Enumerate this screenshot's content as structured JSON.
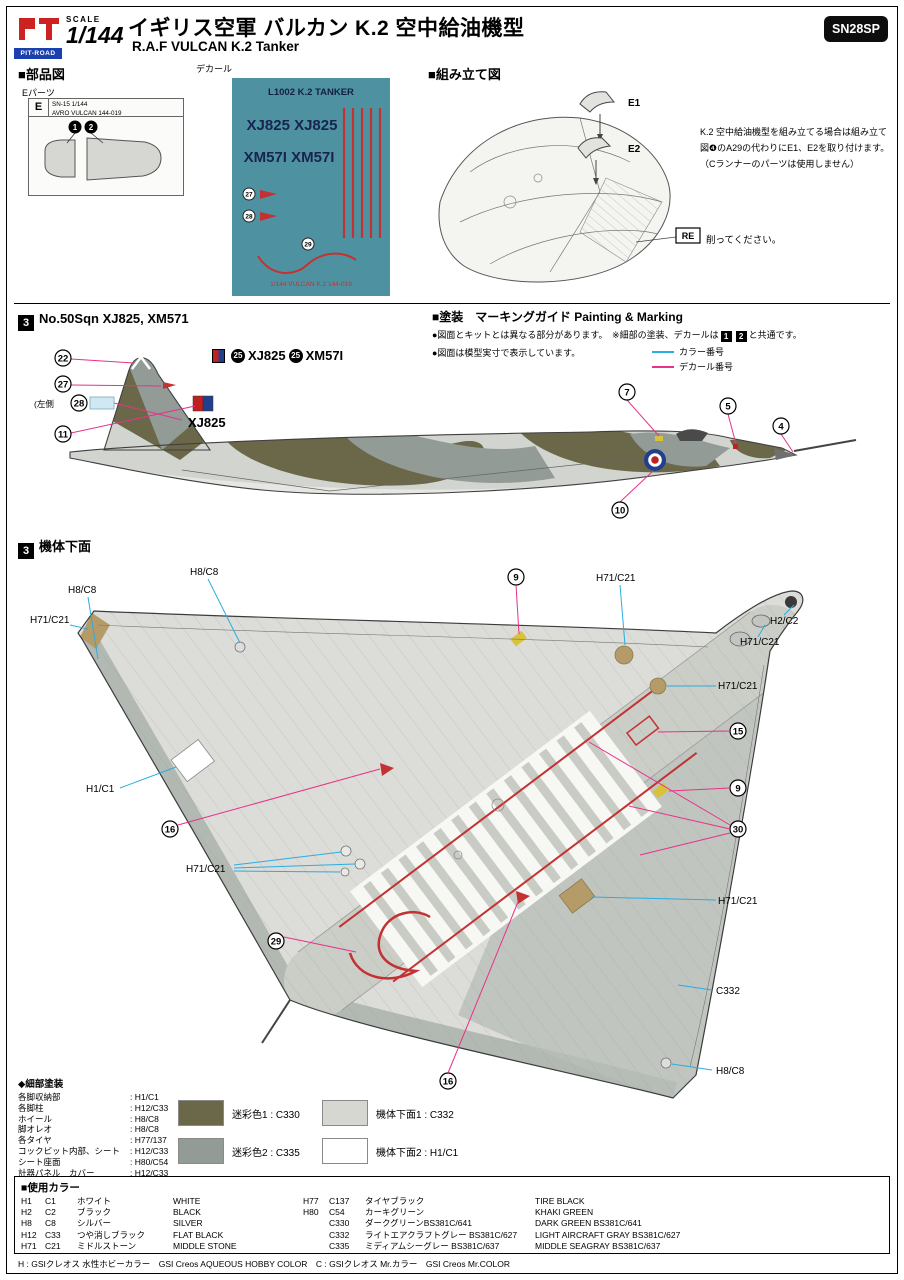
{
  "header": {
    "brand": "PIT-ROAD",
    "scale_label": "SCALE",
    "scale_value": "1/144",
    "title_jp": "イギリス空軍 バルカン K.2 空中給油機型",
    "title_en": "R.A.F VULCAN K.2 Tanker",
    "product_code": "SN28SP"
  },
  "parts": {
    "heading": "■部品図",
    "e_parts_label": "Eパーツ",
    "sprue_letter": "E",
    "sprue_code": "SN-15  1/144",
    "sprue_name": "AVRO VULCAN 144-019",
    "callout_1": "1",
    "callout_2": "2"
  },
  "decal": {
    "label": "デカール",
    "sheet_title": "L1002 K.2 TANKER",
    "serial_a": "XJ825  XJ825",
    "serial_b": "XM57I  XM57I",
    "callout_27": "27",
    "callout_28": "28",
    "callout_29": "29",
    "sheet_footer": "1/144  VULCAN  K.2 144-019"
  },
  "assembly": {
    "heading": "■組み立て図",
    "part_e1": "E1",
    "part_e2": "E2",
    "note": "K.2 空中給油機型を組み立てる場合は組み立て図❹のA29の代わりにE1、E2を取り付けます。（Cランナーのパーツは使用しません）",
    "re_label": "RE",
    "re_note": "削ってください。"
  },
  "marking": {
    "section_no": "3",
    "title": "No.50Sqn XJ825, XM571",
    "painting_heading": "■塗装　マーキングガイド Painting & Marking",
    "note1_pre": "●図面とキットとは異なる部分があります。　※細部の塗装、デカールは",
    "note1_badge1": "1",
    "note1_badge2": "2",
    "note1_post": "と共通です。",
    "note2": "●図面は模型実寸で表示しています。",
    "legend_color": "カラー番号",
    "legend_decal": "デカール番号",
    "decal25a_num": "25",
    "decal25a_text": "XJ825",
    "decal25b_num": "25",
    "decal25b_text": "XM57I",
    "left_side_label": "(左側",
    "fin_serial": "XJ825",
    "callouts": {
      "c22": "22",
      "c27": "27",
      "c28": "28",
      "c11": "11",
      "c7": "7",
      "c5": "5",
      "c4": "4",
      "c10": "10"
    }
  },
  "underside": {
    "section_no": "3",
    "title": "機体下面",
    "labels": {
      "l1": "H8/C8",
      "l2": "H8/C8",
      "l3": "H71/C21",
      "l4": "H71/C21",
      "l5": "H2/C2",
      "l6": "H71/C21",
      "l7": "H71/C21",
      "l8": "H1/C1",
      "l9": "H71/C21",
      "l10": "H71/C21",
      "l11": "C332",
      "l12": "H8/C8"
    },
    "callouts": {
      "c9a": "9",
      "c15": "15",
      "c9b": "9",
      "c30": "30",
      "c16a": "16",
      "c29": "29",
      "c16b": "16"
    }
  },
  "detail_paint": {
    "heading": "◆細部塗装",
    "items": [
      {
        "label": "各脚収納部",
        "value": ": H1/C1"
      },
      {
        "label": "各脚柱",
        "value": ": H12/C33"
      },
      {
        "label": "ホイール",
        "value": ": H8/C8"
      },
      {
        "label": "脚オレオ",
        "value": ": H8/C8"
      },
      {
        "label": "各タイヤ",
        "value": ": H77/137"
      },
      {
        "label": "コックピット内部、シート",
        "value": ": H12/C33"
      },
      {
        "label": "シート座面",
        "value": ": H80/C54"
      },
      {
        "label": "計器パネル　カバー",
        "value": ": H12/C33"
      }
    ]
  },
  "camo_legend": {
    "items": [
      {
        "label": "迷彩色1 : C330",
        "color": "#6b6849"
      },
      {
        "label": "機体下面1 : C332",
        "color": "#d7d7d2"
      },
      {
        "label": "迷彩色2 : C335",
        "color": "#939b97"
      },
      {
        "label": "機体下面2 : H1/C1",
        "color": "#ffffff"
      }
    ]
  },
  "color_table": {
    "heading": "■使用カラー",
    "left": [
      {
        "h": "H1",
        "c": "C1",
        "jp": "ホワイト",
        "en": "WHITE"
      },
      {
        "h": "H2",
        "c": "C2",
        "jp": "ブラック",
        "en": "BLACK"
      },
      {
        "h": "H8",
        "c": "C8",
        "jp": "シルバー",
        "en": "SILVER"
      },
      {
        "h": "H12",
        "c": "C33",
        "jp": "つや消しブラック",
        "en": "FLAT BLACK"
      },
      {
        "h": "H71",
        "c": "C21",
        "jp": "ミドルストーン",
        "en": "MIDDLE STONE"
      }
    ],
    "right": [
      {
        "h": "H77",
        "c": "C137",
        "jp": "タイヤブラック",
        "en": "TIRE BLACK"
      },
      {
        "h": "H80",
        "c": "C54",
        "jp": "カーキグリーン",
        "en": "KHAKI GREEN"
      },
      {
        "h": "",
        "c": "C330",
        "jp": "ダークグリーンBS381C/641",
        "en": "DARK GREEN BS381C/641"
      },
      {
        "h": "",
        "c": "C332",
        "jp": "ライトエアクラフトグレー BS381C/627",
        "en": "LIGHT AIRCRAFT GRAY BS381C/627"
      },
      {
        "h": "",
        "c": "C335",
        "jp": "ミディアムシーグレー BS381C/637",
        "en": "MIDDLE SEAGRAY BS381C/637"
      }
    ],
    "footnote": "H : GSIクレオス 水性ホビーカラー　GSI Creos AQUEOUS HOBBY COLOR　C : GSIクレオス Mr.カラー　GSI Creos Mr.COLOR"
  },
  "colors": {
    "accent_magenta": "#e8318a",
    "accent_blue": "#2bace2",
    "camo_dark_green": "#6b6849",
    "camo_gray": "#939b97",
    "underside_gray": "#d7d7d2",
    "decal_sheet_teal": "#4e92a2",
    "roundel_blue": "#223f8e",
    "roundel_red": "#c02020",
    "middle_stone": "#b49b67"
  }
}
